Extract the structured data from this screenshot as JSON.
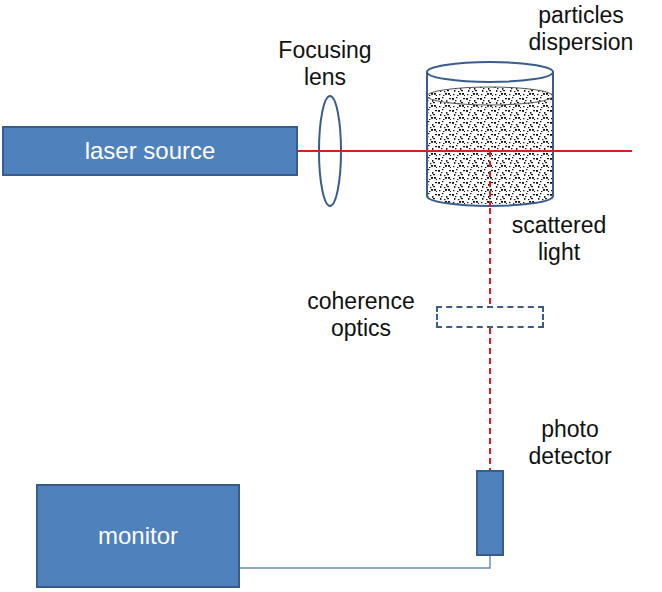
{
  "diagram": {
    "nodes": [
      {
        "text": [
          "Focusing lens"
        ]
      },
      {
        "text": [
          "particles dispersion"
        ]
      },
      {
        "text": [
          "laser source"
        ]
      },
      {
        "text": [
          "coherence optics"
        ]
      },
      {
        "text": [
          "photo detector"
        ]
      },
      {
        "text": [
          "monitor"
        ]
      }
    ],
    "edges": [
      {
        "from": 2,
        "to": 0,
        "arrow": "none"
      },
      {
        "from": 0,
        "to": 1,
        "arrow": "none"
      },
      {
        "from": 1,
        "to": 3,
        "label": "scattered light",
        "arrow": "none"
      },
      {
        "from": 3,
        "to": 4,
        "arrow": "none"
      },
      {
        "from": 4,
        "to": 5,
        "arrow": "none"
      }
    ]
  }
}
